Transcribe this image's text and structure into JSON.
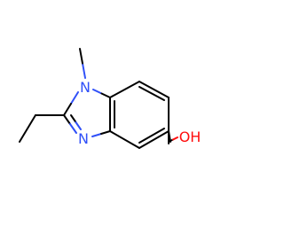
{
  "molecule": {
    "atom_labels": {
      "n1": "N",
      "n3": "N",
      "oh": "OH"
    },
    "colors": {
      "bond": "#000000",
      "nitrogen": "#3050F8",
      "oxygen": "#FF0D0D",
      "background": "#ffffff"
    }
  }
}
